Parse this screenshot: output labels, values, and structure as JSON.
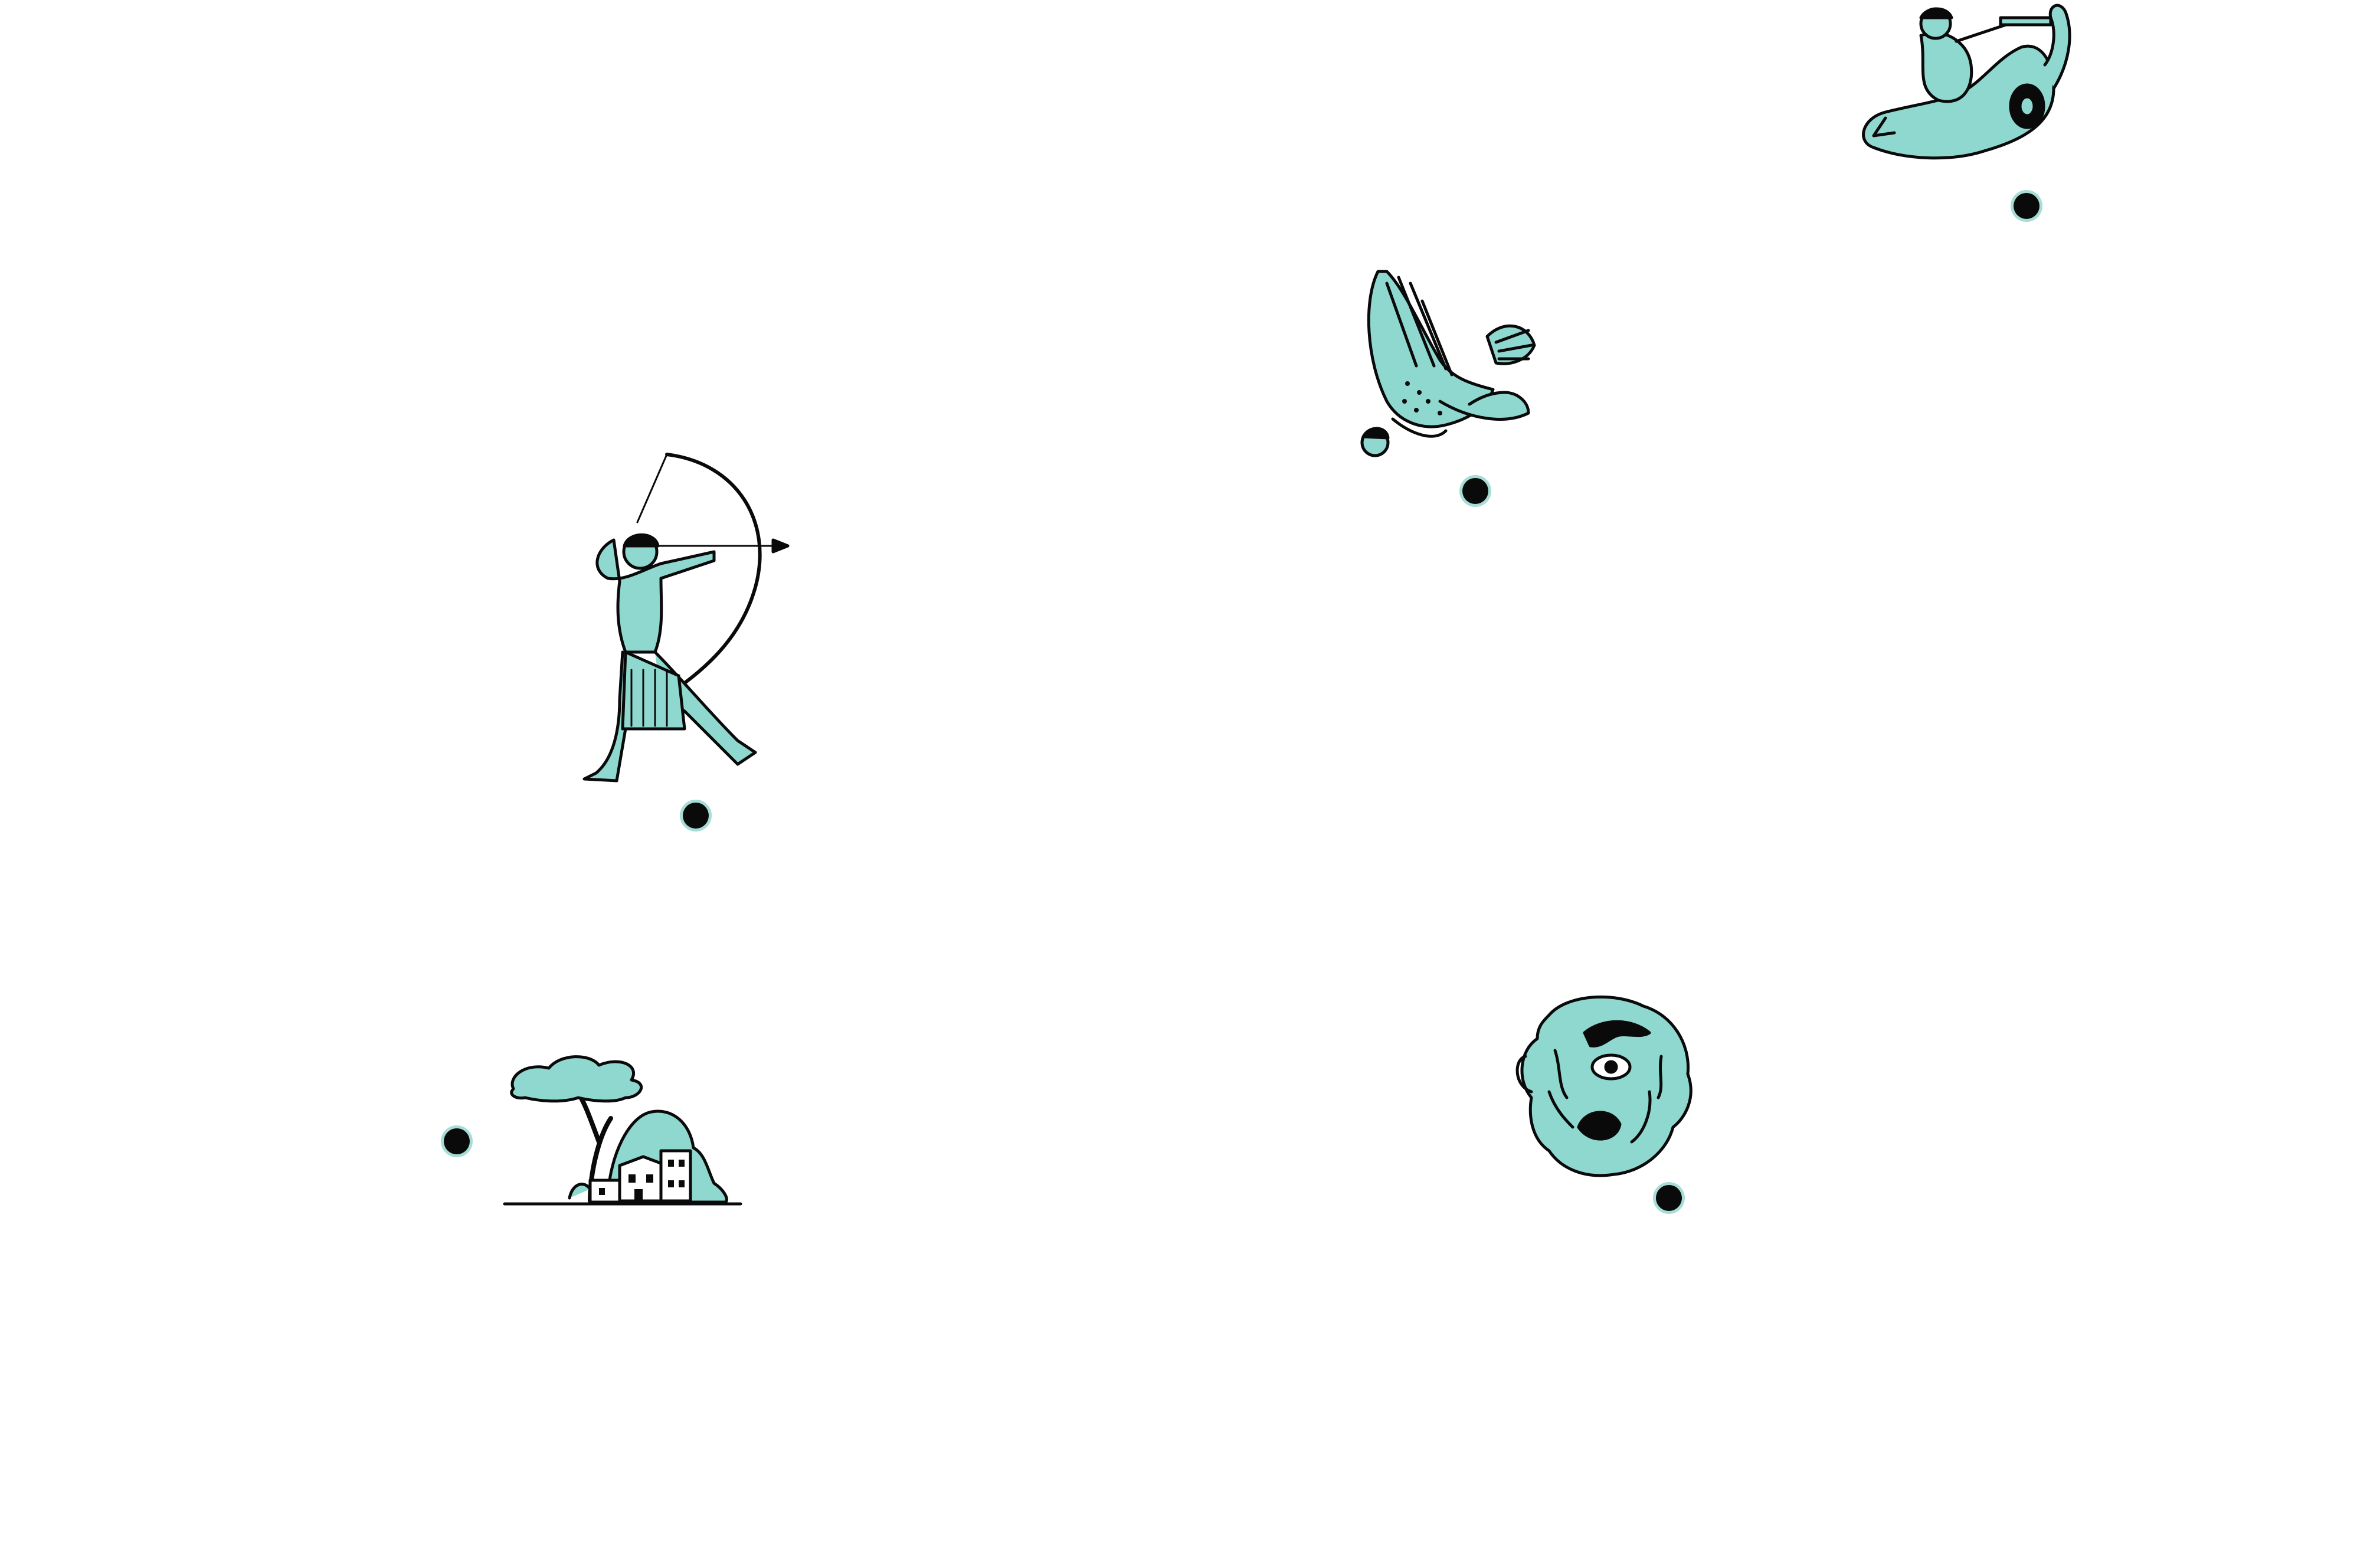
{
  "map": {
    "background": "#ffffff",
    "figure_fill": "#8fd8cf",
    "ink": "#0a0a0a",
    "marker_ring": "#a6ddd6",
    "landmarks": [
      {
        "id": "siren",
        "icon": "siren-with-sword-icon"
      },
      {
        "id": "harpy",
        "icon": "harpy-icon"
      },
      {
        "id": "archer",
        "icon": "archer-icon"
      },
      {
        "id": "village",
        "icon": "village-with-tree-icon"
      },
      {
        "id": "cyclops",
        "icon": "cyclops-head-icon"
      }
    ]
  }
}
